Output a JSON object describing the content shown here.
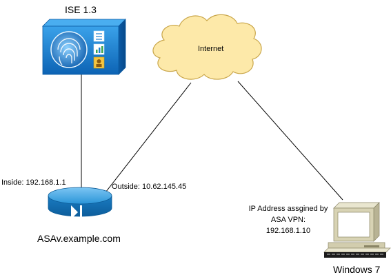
{
  "ise": {
    "title": "ISE 1.3"
  },
  "internet": {
    "label": "Internet"
  },
  "asa": {
    "inside_label": "Inside: 192.168.1.1",
    "outside_label": "Outside: 10.62.145.45",
    "name": "ASAv.example.com"
  },
  "client": {
    "ip_line1": "IP Address assgined by",
    "ip_line2": "ASA VPN:",
    "ip_line3": "192.168.1.10",
    "name": "Windows 7"
  },
  "colors": {
    "ise_blue": "#1a7fd0",
    "cloud_fill": "#fde9a9",
    "cloud_stroke": "#c9a64a",
    "router_blue": "#1e8bd2",
    "pc_beige": "#d8d3b4"
  }
}
